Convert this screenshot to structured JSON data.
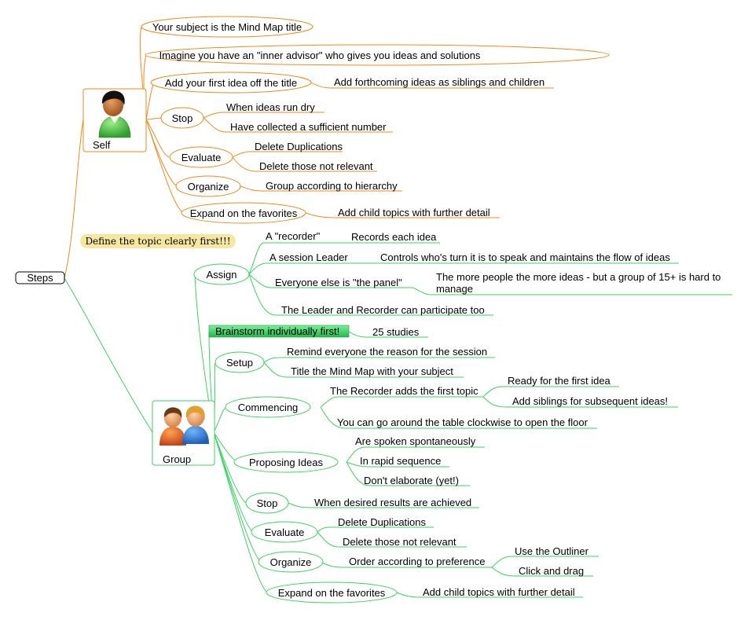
{
  "colors": {
    "self_branch": "#f08a1c",
    "group_branch": "#3ed163",
    "root_border": "#000000",
    "note_fill": "#f5e6a0",
    "highlight_fill": "#43d36b"
  },
  "root": {
    "label": "Steps"
  },
  "note": {
    "label": "Define the topic clearly first!!!"
  },
  "self": {
    "label": "Self",
    "icon": "person-icon",
    "items": [
      {
        "label": "Your subject is the Mind Map title",
        "children": []
      },
      {
        "label": "Imagine you have an \"inner advisor\" who gives you ideas and solutions",
        "children": []
      },
      {
        "label": "Add your first idea off the title",
        "children": [
          "Add forthcoming ideas as siblings and children"
        ]
      },
      {
        "label": "Stop",
        "children": [
          "When ideas run dry",
          "Have collected a sufficient number"
        ]
      },
      {
        "label": "Evaluate",
        "children": [
          "Delete Duplications",
          "Delete those not relevant"
        ]
      },
      {
        "label": "Organize",
        "children": [
          "Group according to hierarchy"
        ]
      },
      {
        "label": "Expand on the favorites",
        "children": [
          "Add child topics with further detail"
        ]
      }
    ]
  },
  "group": {
    "label": "Group",
    "icon": "people-icon",
    "assign": {
      "label": "Assign",
      "rows": [
        {
          "label": "A \"recorder\"",
          "detail": "Records each idea"
        },
        {
          "label": "A session Leader",
          "detail": "Controls who's turn it is to speak and maintains the flow of ideas"
        },
        {
          "label": "Everyone else is \"the panel\"",
          "detail_lines": [
            "The more people the more ideas - but a group of 15+ is hard to",
            "manage"
          ]
        },
        {
          "label": "The Leader and Recorder can participate too"
        }
      ]
    },
    "brainstorm": {
      "label": "Brainstorm individually first!",
      "detail": "25 studies"
    },
    "setup": {
      "label": "Setup",
      "children": [
        "Remind everyone the reason for the session",
        "Title the Mind Map with your subject"
      ]
    },
    "commencing": {
      "label": "Commencing",
      "first": "The Recorder adds the first topic",
      "first_children": [
        "Ready for the first idea",
        "Add siblings for subsequent ideas!"
      ],
      "second": "You can go around the table clockwise to open the floor"
    },
    "proposing": {
      "label": "Proposing Ideas",
      "children": [
        "Are spoken spontaneously",
        "In rapid sequence",
        "Don't elaborate (yet!)"
      ]
    },
    "stop": {
      "label": "Stop",
      "children": [
        "When desired results are achieved"
      ]
    },
    "evaluate": {
      "label": "Evaluate",
      "children": [
        "Delete Duplications",
        "Delete those not relevant"
      ]
    },
    "organize": {
      "label": "Organize",
      "child": "Order according to preference",
      "grandchildren": [
        "Use the Outliner",
        "Click and drag"
      ]
    },
    "expand": {
      "label": "Expand on the favorites",
      "children": [
        "Add child topics with further detail"
      ]
    }
  }
}
